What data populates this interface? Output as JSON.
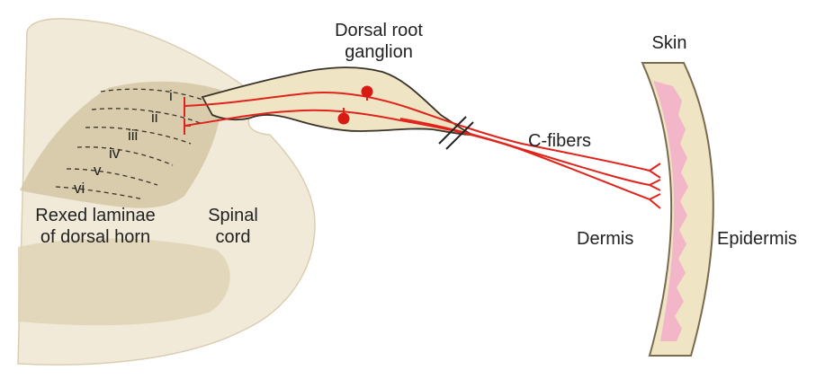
{
  "labels": {
    "dorsal_root_line1": "Dorsal root",
    "dorsal_root_line2": "ganglion",
    "skin": "Skin",
    "c_fibers": "C-fibers",
    "rexed_line1": "Rexed laminae",
    "rexed_line2": "of dorsal horn",
    "spinal_line1": "Spinal",
    "spinal_line2": "cord",
    "dermis": "Dermis",
    "epidermis": "Epidermis"
  },
  "laminae": [
    "i",
    "ii",
    "iii",
    "iv",
    "v",
    "vi"
  ],
  "colors": {
    "cord_fill": "#f1ead8",
    "cord_outline": "#d9ceb2",
    "dorsal_horn": "#d6c9a8",
    "ventral_horn": "#dfd3b6",
    "nerve": "#e0231b",
    "skin_fill": "#efe4c4",
    "skin_outline": "#7a6a4e",
    "dermis_pink": "#f2b2c8",
    "text": "#222222"
  }
}
